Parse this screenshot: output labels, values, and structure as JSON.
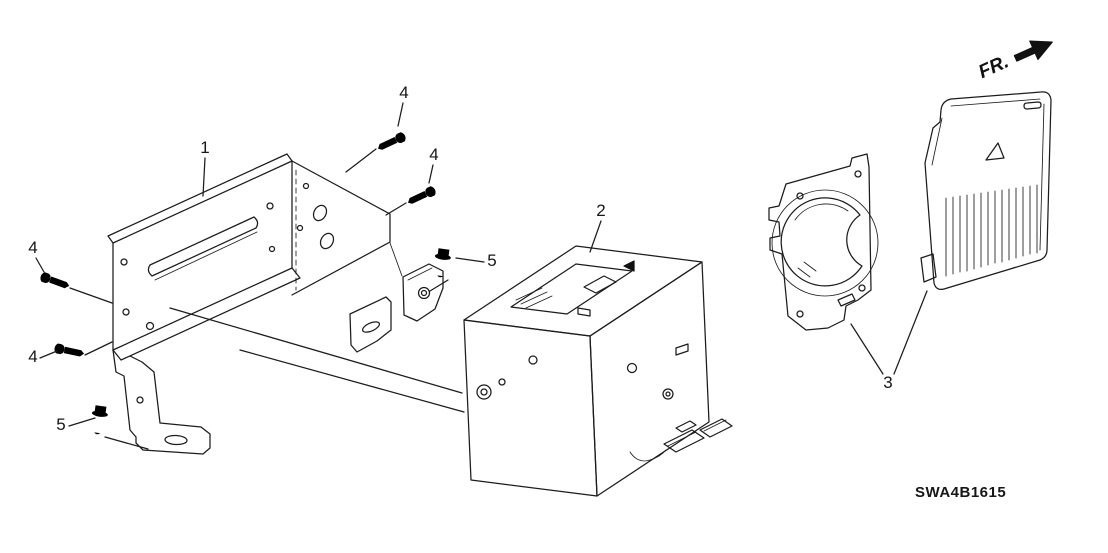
{
  "diagram": {
    "direction_label": "FR.",
    "part_code": "SWA4B1615",
    "callouts": [
      {
        "label": "1"
      },
      {
        "label": "2"
      },
      {
        "label": "3"
      },
      {
        "label": "4"
      },
      {
        "label": "4"
      },
      {
        "label": "4"
      },
      {
        "label": "4"
      },
      {
        "label": "5"
      },
      {
        "label": "5"
      }
    ]
  }
}
